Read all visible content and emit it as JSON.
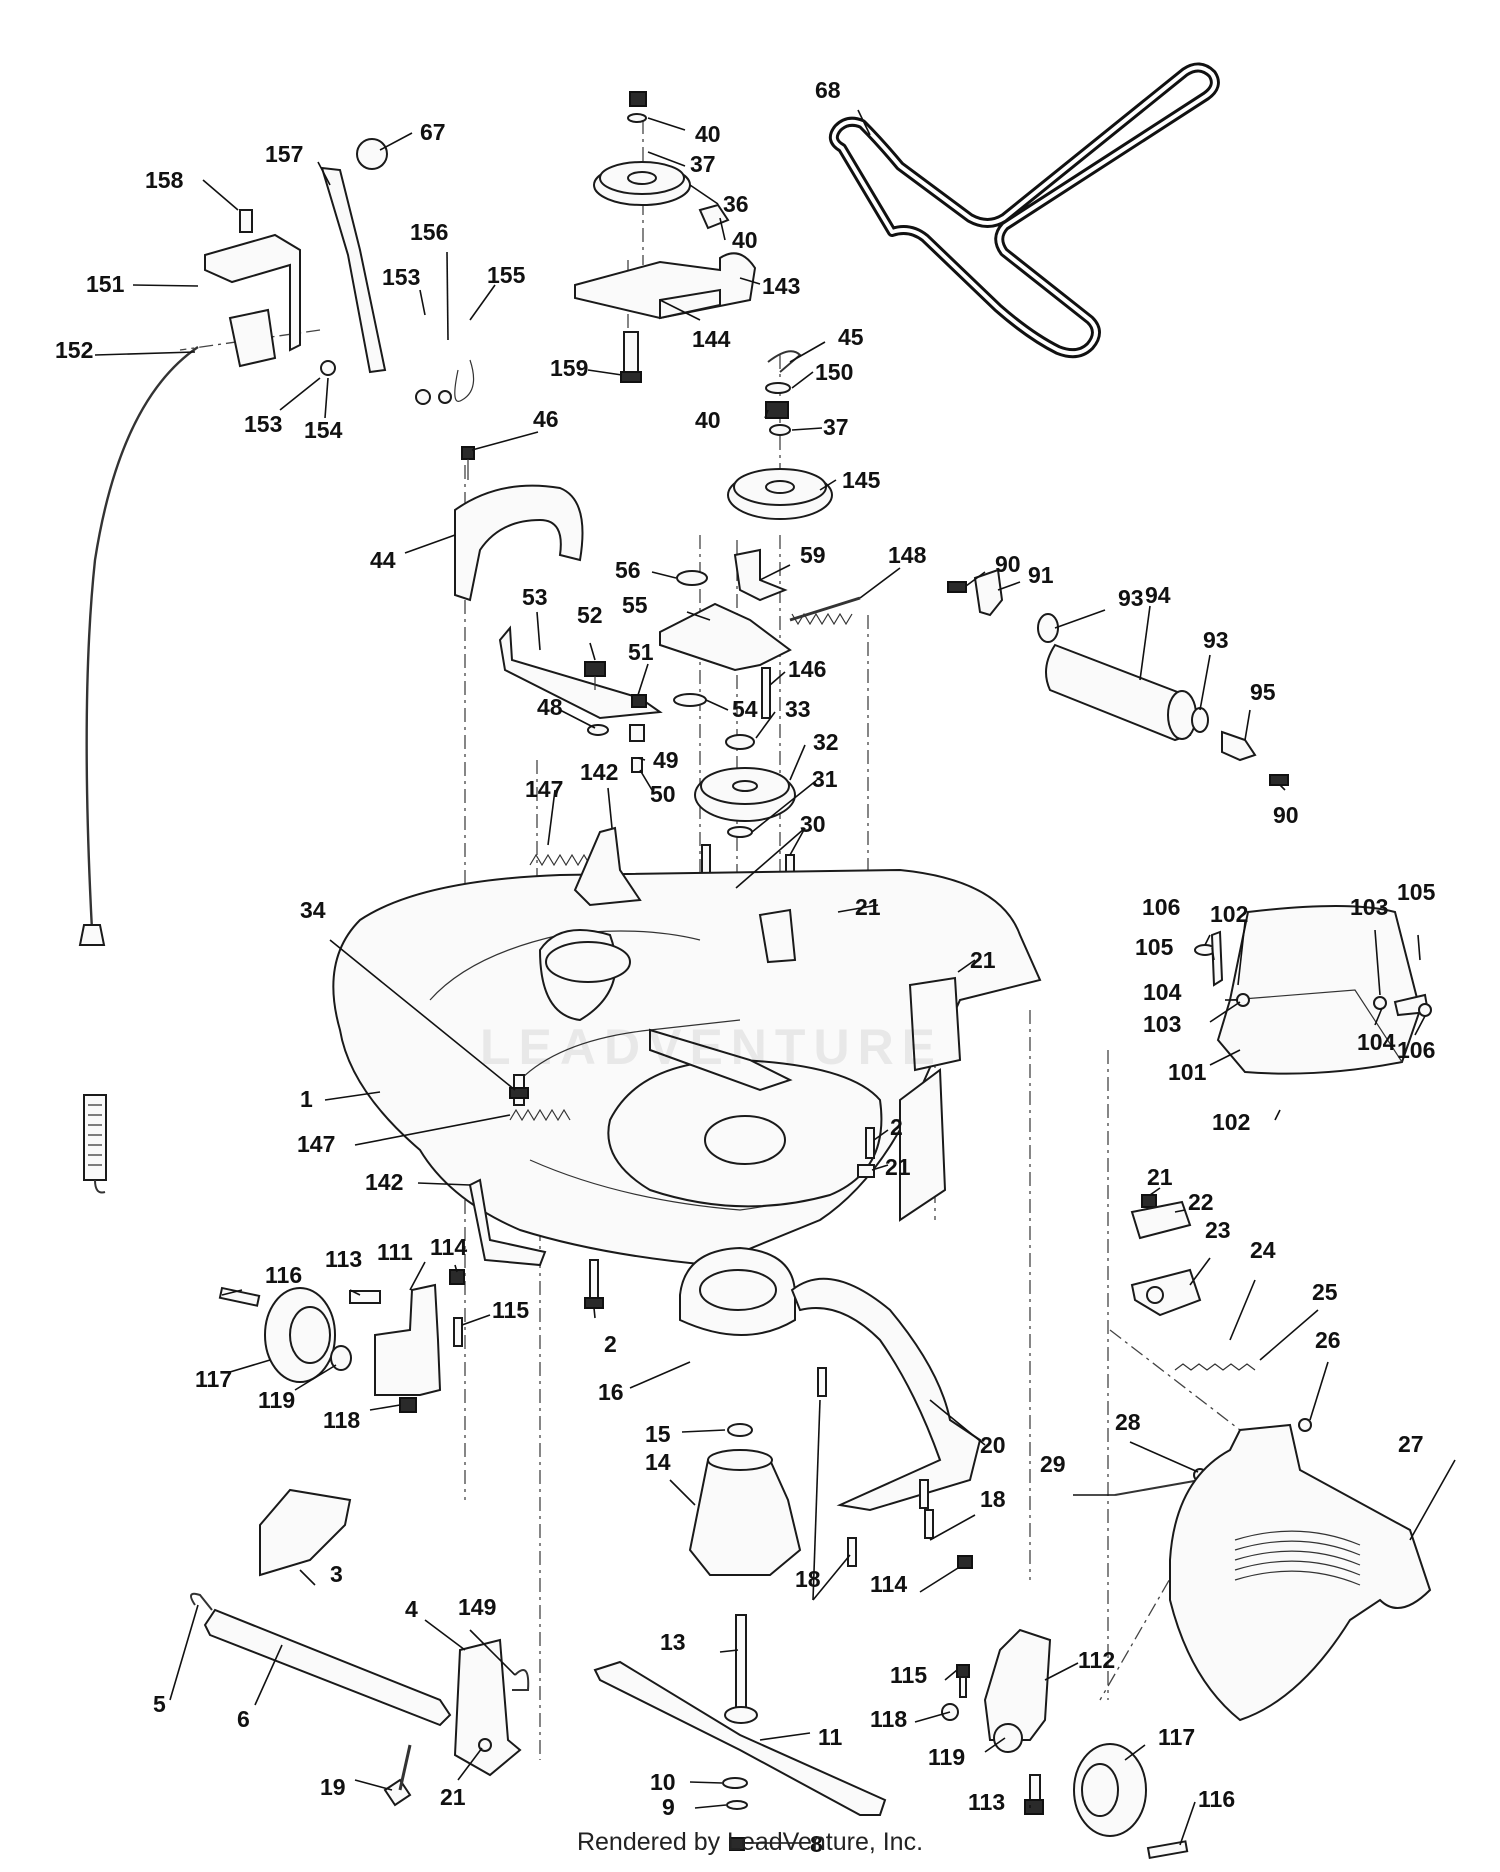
{
  "footer": "Rendered by LeadVenture, Inc.",
  "watermark": "LEADVENTURE",
  "labels": [
    {
      "id": "l67",
      "text": "67"
    },
    {
      "id": "l157",
      "text": "157"
    },
    {
      "id": "l158",
      "text": "158"
    },
    {
      "id": "l151",
      "text": "151"
    },
    {
      "id": "l153a",
      "text": "153"
    },
    {
      "id": "l156",
      "text": "156"
    },
    {
      "id": "l155",
      "text": "155"
    },
    {
      "id": "l152",
      "text": "152"
    },
    {
      "id": "l153b",
      "text": "153"
    },
    {
      "id": "l154",
      "text": "154"
    },
    {
      "id": "l40a",
      "text": "40"
    },
    {
      "id": "l37a",
      "text": "37"
    },
    {
      "id": "l36",
      "text": "36"
    },
    {
      "id": "l40b",
      "text": "40"
    },
    {
      "id": "l143",
      "text": "143"
    },
    {
      "id": "l144",
      "text": "144"
    },
    {
      "id": "l159",
      "text": "159"
    },
    {
      "id": "l68",
      "text": "68"
    },
    {
      "id": "l45",
      "text": "45"
    },
    {
      "id": "l150",
      "text": "150"
    },
    {
      "id": "l40c",
      "text": "40"
    },
    {
      "id": "l37b",
      "text": "37"
    },
    {
      "id": "l145",
      "text": "145"
    },
    {
      "id": "l46",
      "text": "46"
    },
    {
      "id": "l44",
      "text": "44"
    },
    {
      "id": "l56",
      "text": "56"
    },
    {
      "id": "l59",
      "text": "59"
    },
    {
      "id": "l148",
      "text": "148"
    },
    {
      "id": "l90a",
      "text": "90"
    },
    {
      "id": "l91",
      "text": "91"
    },
    {
      "id": "l93a",
      "text": "93"
    },
    {
      "id": "l94",
      "text": "94"
    },
    {
      "id": "l93b",
      "text": "93"
    },
    {
      "id": "l95",
      "text": "95"
    },
    {
      "id": "l90b",
      "text": "90"
    },
    {
      "id": "l53",
      "text": "53"
    },
    {
      "id": "l52",
      "text": "52"
    },
    {
      "id": "l55",
      "text": "55"
    },
    {
      "id": "l51",
      "text": "51"
    },
    {
      "id": "l146",
      "text": "146"
    },
    {
      "id": "l48",
      "text": "48"
    },
    {
      "id": "l54",
      "text": "54"
    },
    {
      "id": "l33",
      "text": "33"
    },
    {
      "id": "l32",
      "text": "32"
    },
    {
      "id": "l49",
      "text": "49"
    },
    {
      "id": "l50",
      "text": "50"
    },
    {
      "id": "l31",
      "text": "31"
    },
    {
      "id": "l147a",
      "text": "147"
    },
    {
      "id": "l142a",
      "text": "142"
    },
    {
      "id": "l30",
      "text": "30"
    },
    {
      "id": "l34",
      "text": "34"
    },
    {
      "id": "l21a",
      "text": "21"
    },
    {
      "id": "l21b",
      "text": "21"
    },
    {
      "id": "l106a",
      "text": "106"
    },
    {
      "id": "l102a",
      "text": "102"
    },
    {
      "id": "l103a",
      "text": "103"
    },
    {
      "id": "l105a",
      "text": "105"
    },
    {
      "id": "l105b",
      "text": "105"
    },
    {
      "id": "l104a",
      "text": "104"
    },
    {
      "id": "l103b",
      "text": "103"
    },
    {
      "id": "l104b",
      "text": "104"
    },
    {
      "id": "l106b",
      "text": "106"
    },
    {
      "id": "l101",
      "text": "101"
    },
    {
      "id": "l102b",
      "text": "102"
    },
    {
      "id": "l1",
      "text": "1"
    },
    {
      "id": "l147b",
      "text": "147"
    },
    {
      "id": "l2a",
      "text": "2"
    },
    {
      "id": "l21c",
      "text": "21"
    },
    {
      "id": "l142b",
      "text": "142"
    },
    {
      "id": "l21d",
      "text": "21"
    },
    {
      "id": "l22",
      "text": "22"
    },
    {
      "id": "l23",
      "text": "23"
    },
    {
      "id": "l24",
      "text": "24"
    },
    {
      "id": "l25",
      "text": "25"
    },
    {
      "id": "l26",
      "text": "26"
    },
    {
      "id": "l116a",
      "text": "116"
    },
    {
      "id": "l113a",
      "text": "113"
    },
    {
      "id": "l111",
      "text": "111"
    },
    {
      "id": "l114a",
      "text": "114"
    },
    {
      "id": "l115a",
      "text": "115"
    },
    {
      "id": "l117a",
      "text": "117"
    },
    {
      "id": "l119a",
      "text": "119"
    },
    {
      "id": "l118a",
      "text": "118"
    },
    {
      "id": "l2b",
      "text": "2"
    },
    {
      "id": "l16",
      "text": "16"
    },
    {
      "id": "l15",
      "text": "15"
    },
    {
      "id": "l14",
      "text": "14"
    },
    {
      "id": "l20",
      "text": "20"
    },
    {
      "id": "l28",
      "text": "28"
    },
    {
      "id": "l27",
      "text": "27"
    },
    {
      "id": "l29",
      "text": "29"
    },
    {
      "id": "l18a",
      "text": "18"
    },
    {
      "id": "l18b",
      "text": "18"
    },
    {
      "id": "l114b",
      "text": "114"
    },
    {
      "id": "l3",
      "text": "3"
    },
    {
      "id": "l4",
      "text": "4"
    },
    {
      "id": "l149",
      "text": "149"
    },
    {
      "id": "l5",
      "text": "5"
    },
    {
      "id": "l6",
      "text": "6"
    },
    {
      "id": "l13",
      "text": "13"
    },
    {
      "id": "l112",
      "text": "112"
    },
    {
      "id": "l115b",
      "text": "115"
    },
    {
      "id": "l118b",
      "text": "118"
    },
    {
      "id": "l11",
      "text": "11"
    },
    {
      "id": "l119b",
      "text": "119"
    },
    {
      "id": "l117b",
      "text": "117"
    },
    {
      "id": "l19",
      "text": "19"
    },
    {
      "id": "l21e",
      "text": "21"
    },
    {
      "id": "l10",
      "text": "10"
    },
    {
      "id": "l9",
      "text": "9"
    },
    {
      "id": "l113b",
      "text": "113"
    },
    {
      "id": "l116b",
      "text": "116"
    },
    {
      "id": "l8",
      "text": "8"
    }
  ]
}
